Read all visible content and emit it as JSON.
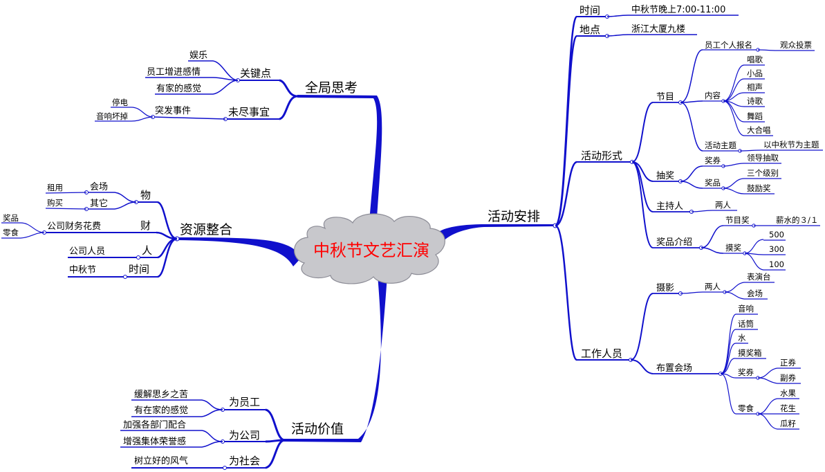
{
  "root": {
    "label": "中秋节文艺汇演"
  },
  "colors": {
    "branch": "#1010cc",
    "root_text": "#ff0000",
    "cloud_fill": "#c8c8cc",
    "cloud_stroke": "#8c8c96"
  },
  "branches": {
    "thinking": {
      "label": "全局思考",
      "keypoints": {
        "label": "关键点",
        "items": [
          "娱乐",
          "员工增进感情",
          "有家的感觉"
        ]
      },
      "pending": {
        "label": "未尽事宜",
        "incidents": {
          "label": "突发事件",
          "items": [
            "停电",
            "音响坏掉"
          ]
        }
      }
    },
    "resources": {
      "label": "资源整合",
      "material": {
        "label": "物",
        "venue": {
          "label": "会场",
          "items": [
            "租用"
          ]
        },
        "other": {
          "label": "其它",
          "items": [
            "购买"
          ]
        }
      },
      "finance": {
        "label": "财",
        "spend": {
          "label": "公司财务花费",
          "items": [
            "奖品",
            "零食"
          ]
        }
      },
      "people": {
        "label": "人",
        "items": [
          "公司人员"
        ]
      },
      "time": {
        "label": "时间",
        "items": [
          "中秋节"
        ]
      }
    },
    "value": {
      "label": "活动价值",
      "staff": {
        "label": "为员工",
        "items": [
          "缓解思乡之苦",
          "有在家的感觉"
        ]
      },
      "company": {
        "label": "为公司",
        "items": [
          "加强各部门配合",
          "增强集体荣誉感"
        ]
      },
      "society": {
        "label": "为社会",
        "items": [
          "树立好的风气"
        ]
      }
    },
    "arrangement": {
      "label": "活动安排",
      "time": {
        "label": "时间",
        "value": "中秋节晚上7:00-11:00"
      },
      "place": {
        "label": "地点",
        "value": "浙江大厦九楼"
      },
      "form": {
        "label": "活动形式",
        "program": {
          "label": "节目",
          "signup": {
            "label": "员工个人报名",
            "value": "观众投票"
          },
          "content": {
            "label": "内容",
            "items": [
              "唱歌",
              "小品",
              "相声",
              "诗歌",
              "舞蹈",
              "大合唱"
            ]
          },
          "theme": {
            "label": "活动主题",
            "value": "以中秋节为主题"
          }
        },
        "lottery": {
          "label": "抽奖",
          "voucher": {
            "label": "奖券",
            "value": "领导抽取"
          },
          "prize": {
            "label": "奖品",
            "items": [
              "三个级别",
              "鼓励奖"
            ]
          }
        },
        "host": {
          "label": "主持人",
          "value": "两人"
        },
        "prizes": {
          "label": "奖品介绍",
          "program_award": {
            "label": "节目奖",
            "value": "薪水的３/１"
          },
          "draw_award": {
            "label": "摸奖",
            "items": [
              "500",
              "300",
              "100"
            ]
          }
        }
      },
      "staff": {
        "label": "工作人员",
        "photo": {
          "label": "摄影",
          "two": {
            "label": "两人",
            "items": [
              "表演台",
              "会场"
            ]
          }
        },
        "setup": {
          "label": "布置会场",
          "items": [
            "音响",
            "话筒",
            "水",
            "摸奖箱"
          ],
          "voucher": {
            "label": "奖券",
            "items": [
              "正券",
              "副券"
            ]
          },
          "snacks": {
            "label": "零食",
            "items": [
              "水果",
              "花生",
              "瓜籽"
            ]
          }
        }
      }
    }
  }
}
